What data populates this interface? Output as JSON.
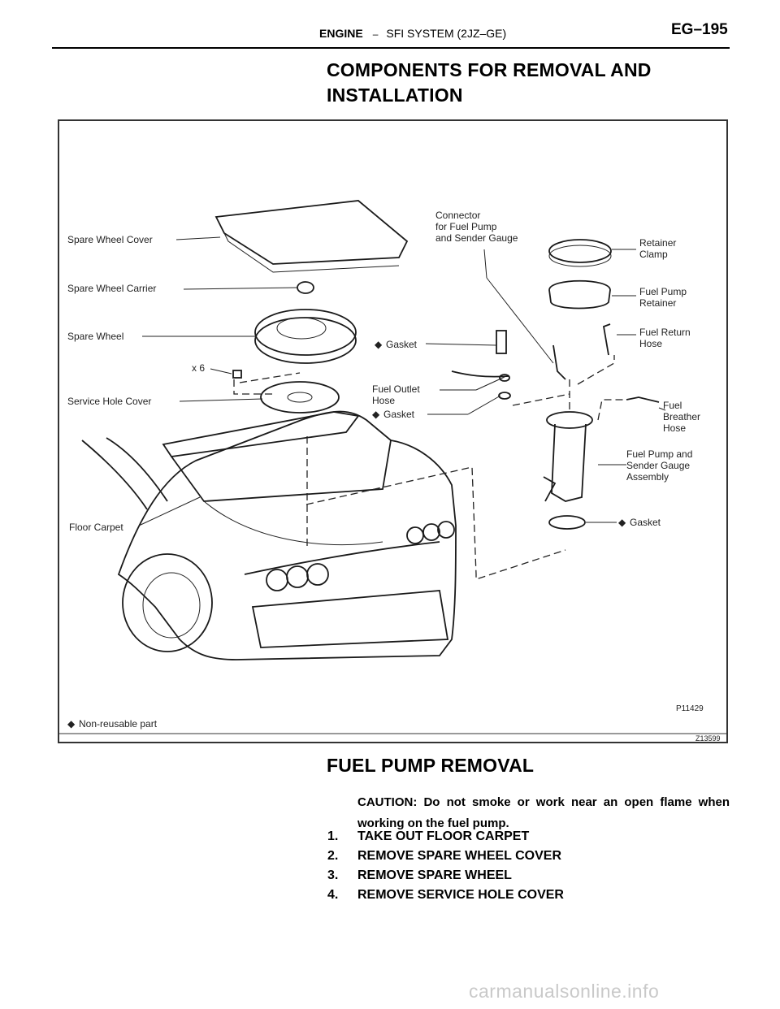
{
  "header": {
    "section": "ENGINE",
    "separator": "–",
    "subsection": "SFI SYSTEM (2JZ–GE)",
    "page": "EG–195"
  },
  "components_title": "COMPONENTS FOR REMOVAL AND INSTALLATION",
  "figure": {
    "labels": {
      "spare_wheel_cover": "Spare Wheel Cover",
      "spare_wheel_carrier": "Spare Wheel Carrier",
      "spare_wheel": "Spare Wheel",
      "x6": "x 6",
      "service_hole_cover": "Service Hole Cover",
      "floor_carpet": "Floor Carpet",
      "connector_1": "Connector",
      "connector_2": "for Fuel Pump",
      "connector_3": "and Sender Gauge",
      "gasket_top": "Gasket",
      "fuel_outlet_1": "Fuel Outlet",
      "fuel_outlet_2": "Hose",
      "gasket_mid": "Gasket",
      "retainer_clamp_1": "Retainer",
      "retainer_clamp_2": "Clamp",
      "fuel_pump_retainer_1": "Fuel Pump",
      "fuel_pump_retainer_2": "Retainer",
      "fuel_return_1": "Fuel Return",
      "fuel_return_2": "Hose",
      "fuel_breather_1": "Fuel",
      "fuel_breather_2": "Breather",
      "fuel_breather_3": "Hose",
      "pump_assembly_1": "Fuel Pump and",
      "pump_assembly_2": "Sender Gauge",
      "pump_assembly_3": "Assembly",
      "gasket_bottom": "Gasket",
      "fig_code": "P11429",
      "legend": "Non-reusable part",
      "frame_code": "Z13599"
    },
    "diamond_symbol": "◆"
  },
  "removal_title": "FUEL PUMP REMOVAL",
  "caution": "CAUTION: Do not smoke or work near an open flame when working on the fuel pump.",
  "steps": [
    {
      "num": "1.",
      "text": "TAKE OUT FLOOR CARPET"
    },
    {
      "num": "2.",
      "text": "REMOVE SPARE WHEEL COVER"
    },
    {
      "num": "3.",
      "text": "REMOVE SPARE WHEEL"
    },
    {
      "num": "4.",
      "text": "REMOVE SERVICE HOLE COVER"
    }
  ],
  "watermark": "carmanualsonline.info"
}
